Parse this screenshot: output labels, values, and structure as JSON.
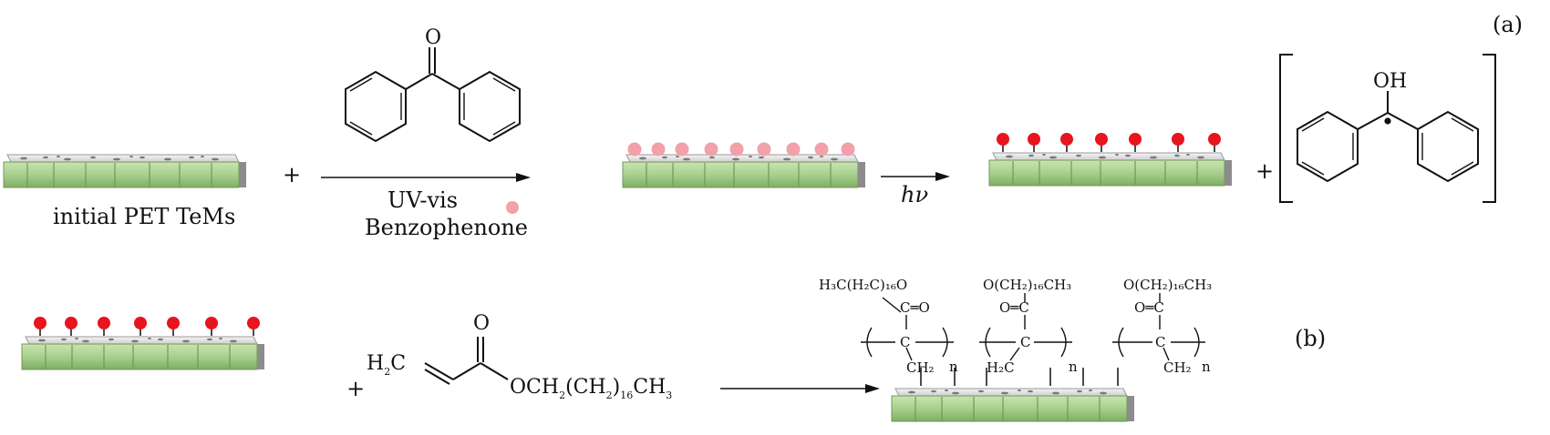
{
  "panel_a_label": "(a)",
  "panel_b_label": "(b)",
  "plus_sign": "+",
  "membrane_caption": "initial PET TeMs",
  "reaction_a": {
    "condition_top": "UV-vis",
    "condition_bottom": "Benzophenone",
    "light_label": "hν"
  },
  "benzophenone_oxygen": "O",
  "radical_hydroxyl": "OH",
  "reaction_b": {
    "monomer": {
      "h": "H",
      "h_sub": "2",
      "c": "C",
      "carbonyl_o": "O",
      "ester_prefix": "OCH",
      "ester_sub1": "2",
      "ester_mid": "(CH",
      "ester_sub2": "2",
      "ester_close": ")",
      "ester_sub3": "16",
      "ester_end": "CH",
      "ester_sub4": "3"
    },
    "polymer": {
      "chain1_group": "H₃C(H₂C)₁₆O",
      "chain23_group": "O(CH₂)₁₆CH₃",
      "carbonyl": "C═O",
      "carbonyl_rev": "O═C",
      "carbon": "C",
      "ch2_label": "CH₂",
      "h2c_label": "H₂C",
      "repeat_n": "n"
    }
  },
  "colors": {
    "membrane_body": "#a8d08d",
    "membrane_top": "#e4e4e4",
    "pink_dot": "#f2a0aa",
    "red_dot": "#e8141e",
    "ink": "#111111"
  }
}
